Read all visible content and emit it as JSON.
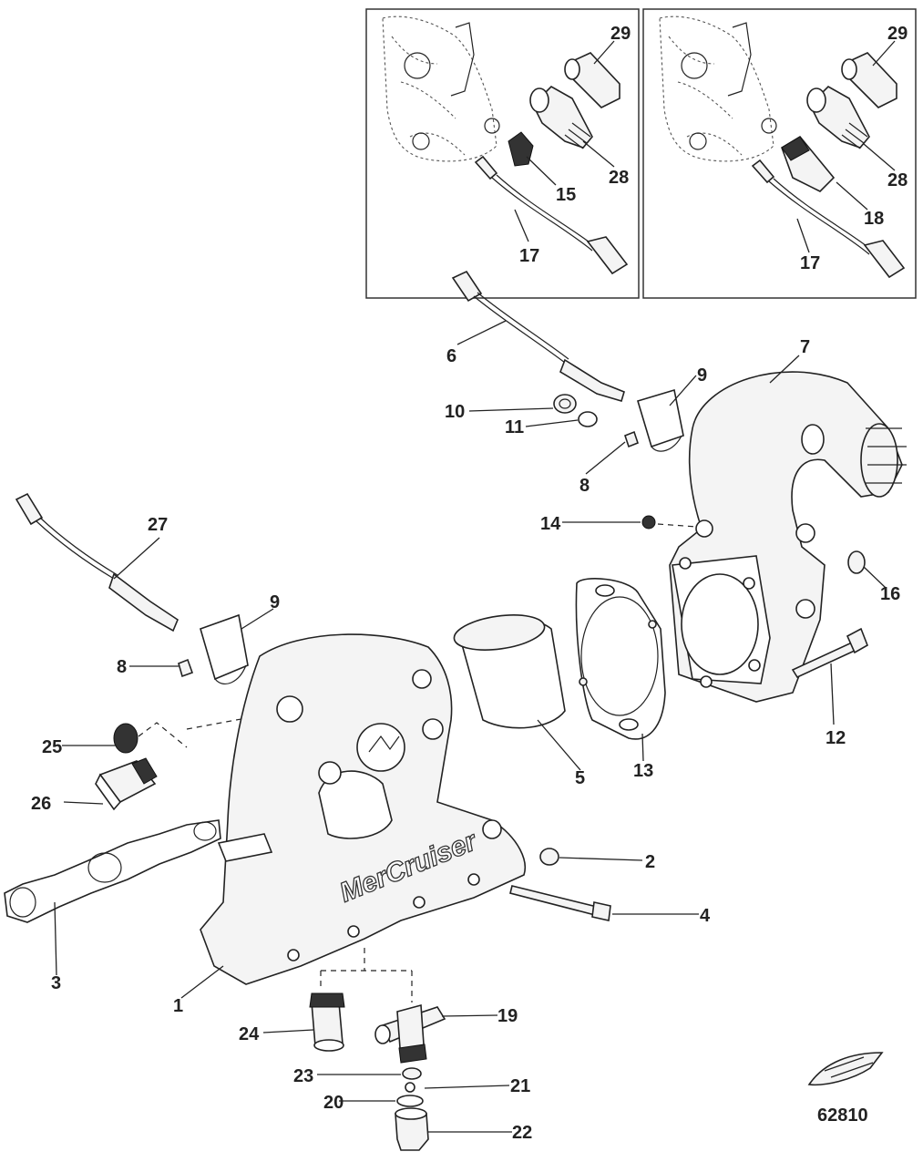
{
  "figure_number": "62810",
  "callouts": {
    "c1": "1",
    "c2": "2",
    "c3": "3",
    "c4": "4",
    "c5": "5",
    "c6": "6",
    "c7": "7",
    "c8a": "8",
    "c8b": "8",
    "c9a": "9",
    "c9b": "9",
    "c10": "10",
    "c11": "11",
    "c12": "12",
    "c13": "13",
    "c14": "14",
    "c15": "15",
    "c16": "16",
    "c17a": "17",
    "c17b": "17",
    "c18": "18",
    "c19": "19",
    "c20": "20",
    "c21": "21",
    "c22": "22",
    "c23": "23",
    "c24": "24",
    "c25": "25",
    "c26": "26",
    "c27": "27",
    "c28a": "28",
    "c28b": "28",
    "c29a": "29",
    "c29b": "29"
  },
  "icons": {
    "logo": "boat-icon"
  }
}
